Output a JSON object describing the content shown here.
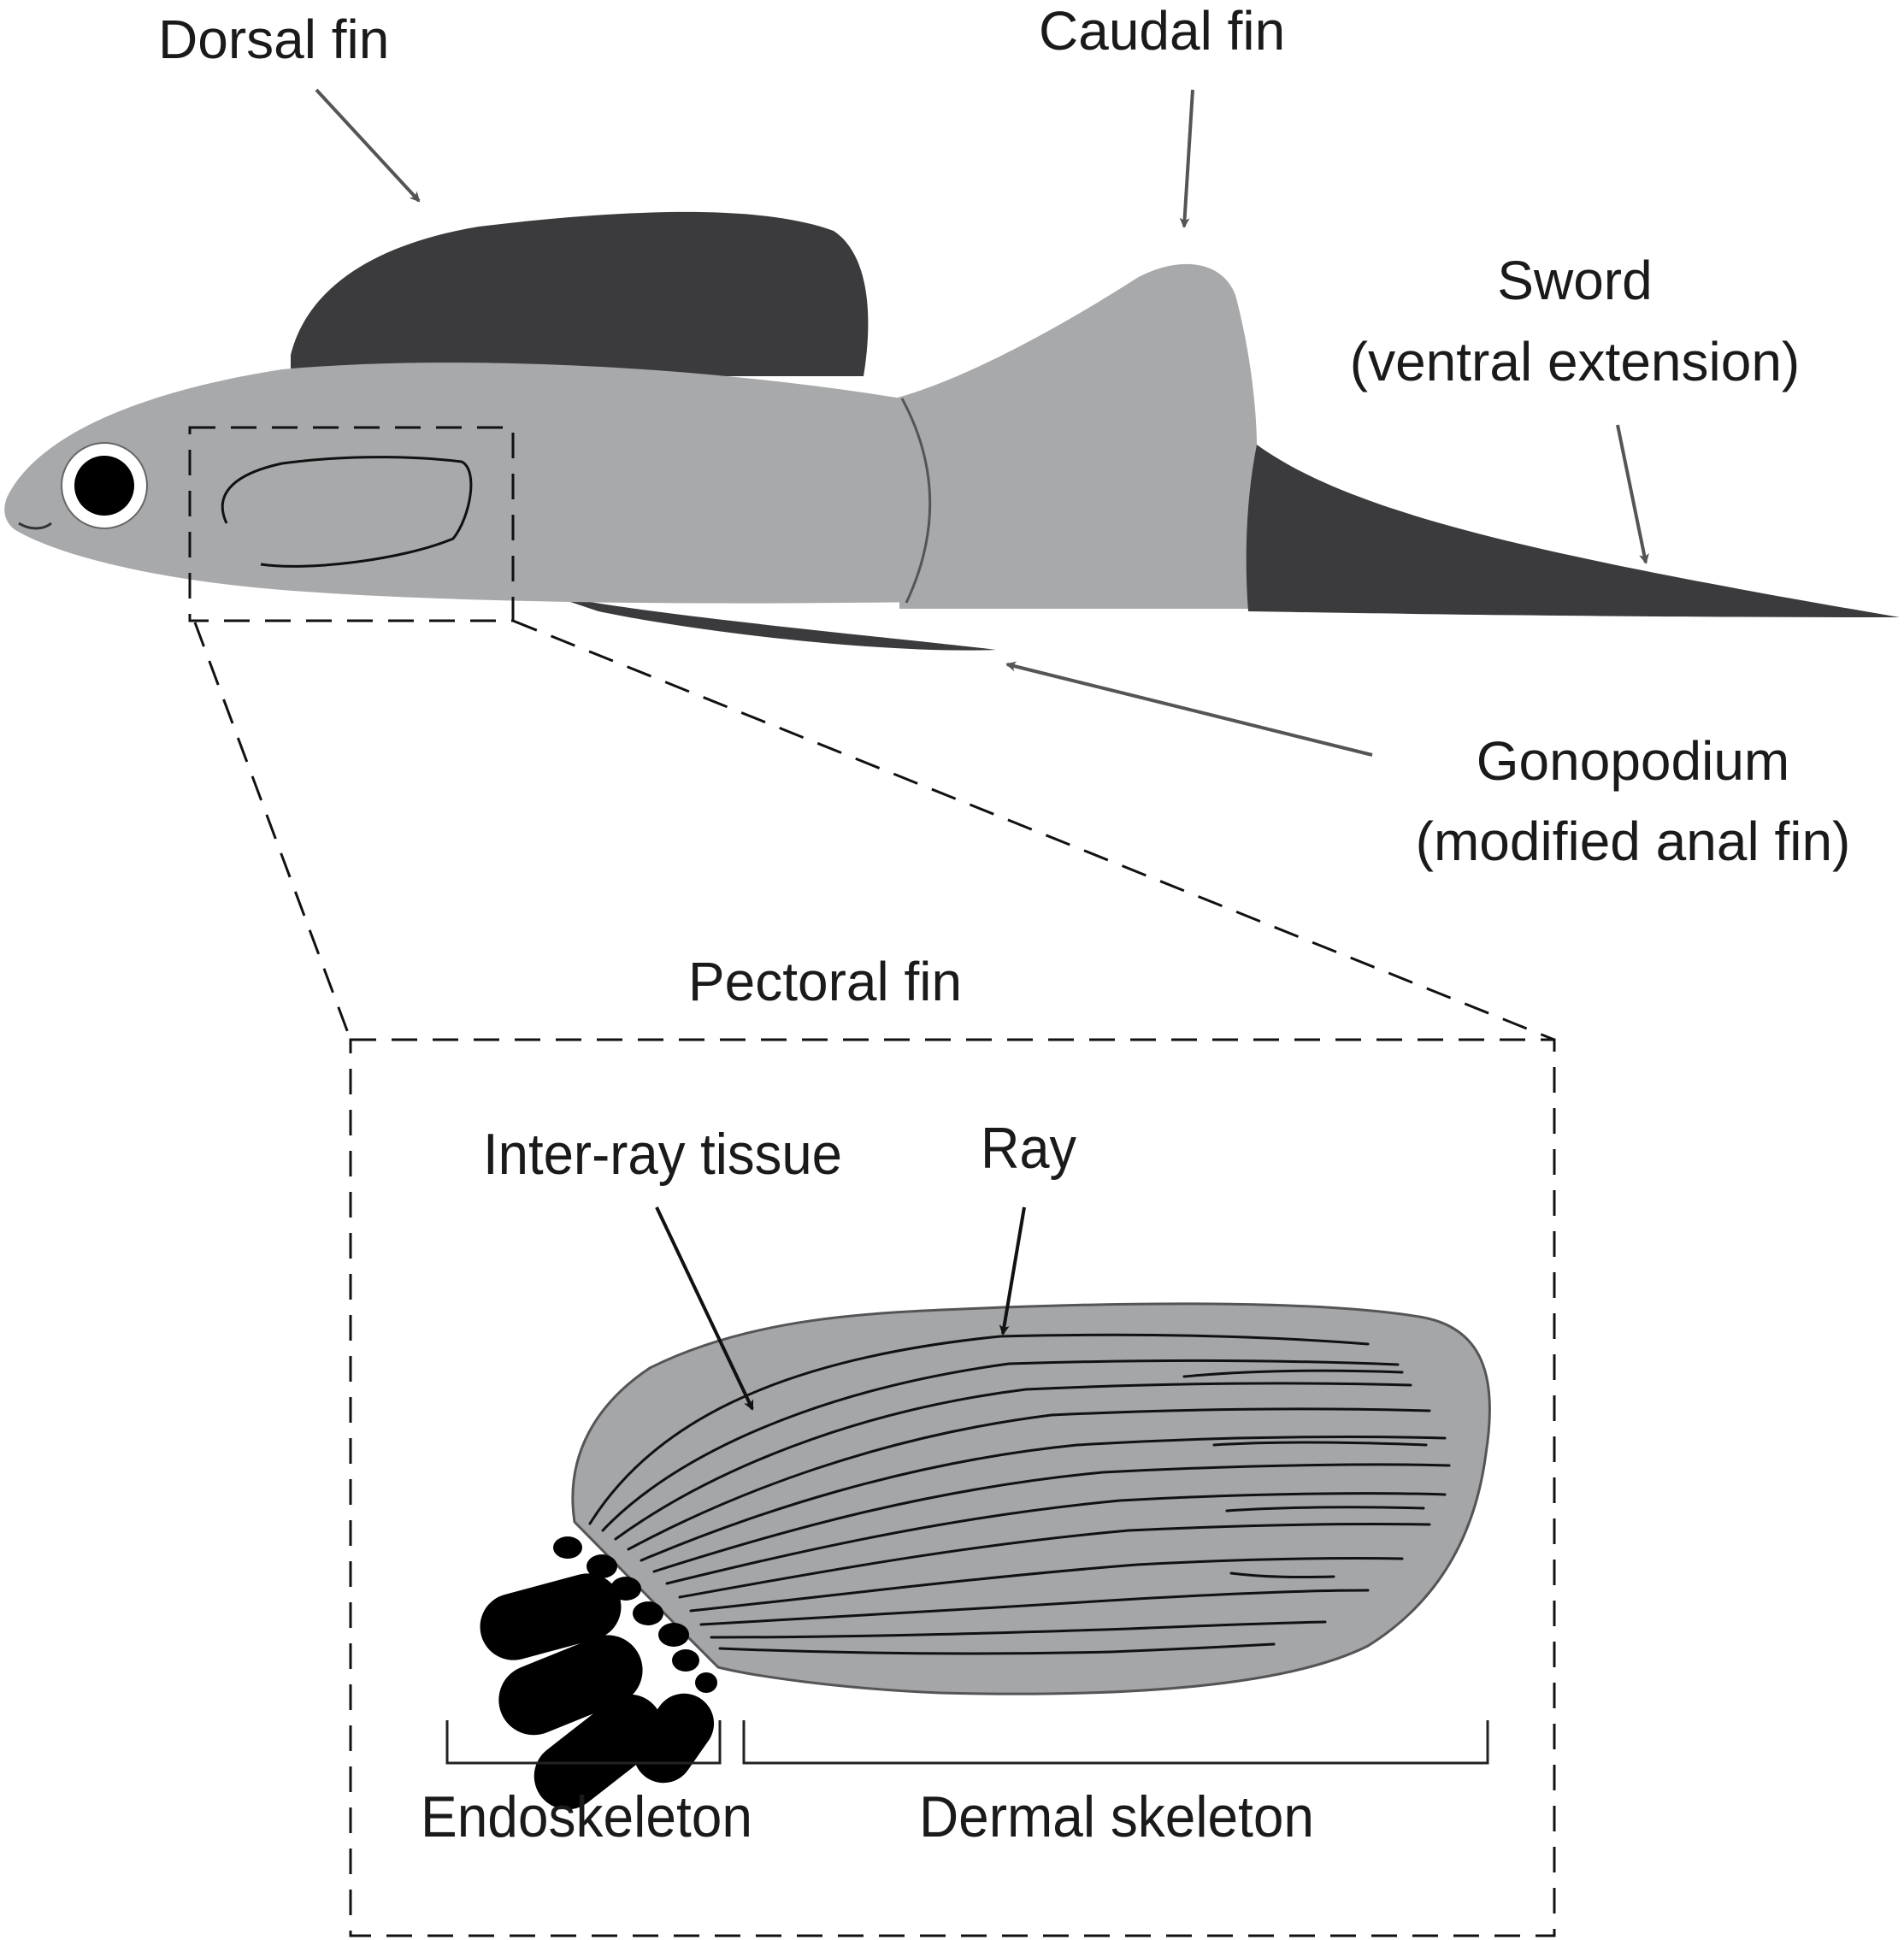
{
  "labels": {
    "dorsal_fin": "Dorsal fin",
    "caudal_fin": "Caudal fin",
    "sword_line1": "Sword",
    "sword_line2": "(ventral extension)",
    "gonopodium_line1": "Gonopodium",
    "gonopodium_line2": "(modified anal fin)",
    "pectoral_fin": "Pectoral fin",
    "inter_ray_tissue": "Inter-ray tissue",
    "ray": "Ray",
    "endoskeleton": "Endoskeleton",
    "dermal_skeleton": "Dermal skeleton"
  },
  "colors": {
    "body_gray": "#a8a9ab",
    "dark_fin": "#3b3b3d",
    "bone_black": "#000000"
  }
}
